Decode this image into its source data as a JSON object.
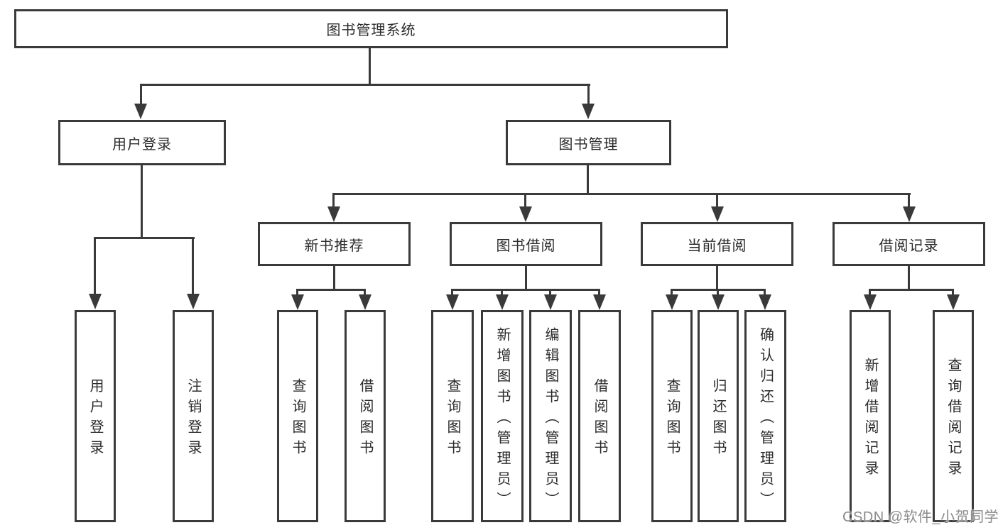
{
  "tree": {
    "label": "图书管理系统",
    "children": [
      {
        "label": "用户登录",
        "children": [
          {
            "label": "用户登录"
          },
          {
            "label": "注销登录"
          }
        ]
      },
      {
        "label": "图书管理",
        "children": [
          {
            "label": "新书推荐",
            "children": [
              {
                "label": "查询图书"
              },
              {
                "label": "借阅图书"
              }
            ]
          },
          {
            "label": "图书借阅",
            "children": [
              {
                "label": "查询图书"
              },
              {
                "label": "新增图书（管理员）"
              },
              {
                "label": "编辑图书（管理员）"
              },
              {
                "label": "借阅图书"
              }
            ]
          },
          {
            "label": "当前借阅",
            "children": [
              {
                "label": "查询图书"
              },
              {
                "label": "归还图书"
              },
              {
                "label": "确认归还（管理员）"
              }
            ]
          },
          {
            "label": "借阅记录",
            "children": [
              {
                "label": "新增借阅记录"
              },
              {
                "label": "查询借阅记录"
              }
            ]
          }
        ]
      }
    ]
  },
  "watermark": {
    "text": "CSDN @软件_小贺同学"
  },
  "colors": {
    "line": "#3a3a3a",
    "text": "#2b2b2b",
    "background": "#ffffff",
    "watermark": "#8a8a8a"
  }
}
